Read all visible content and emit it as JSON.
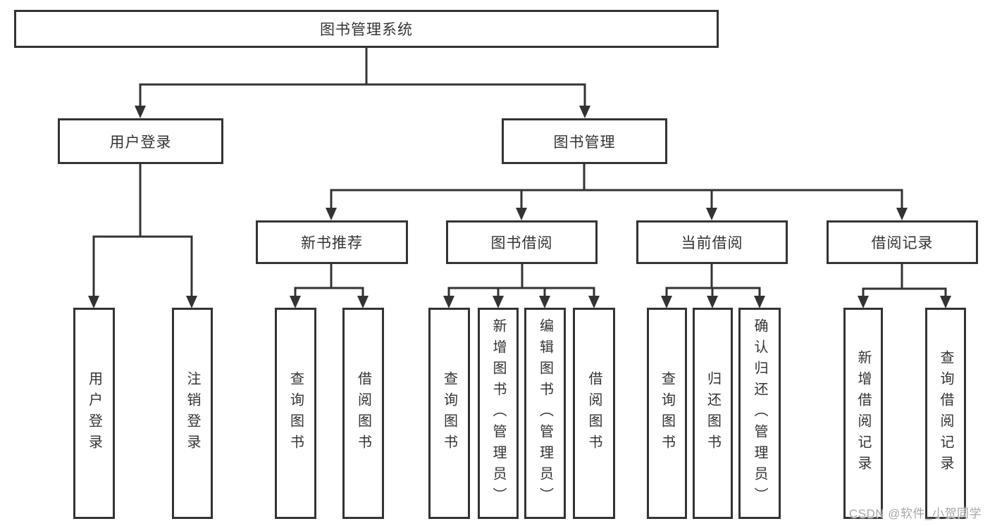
{
  "page": {
    "background_color": "#ffffff",
    "line_color": "#333333",
    "box_fill_color": "#ffffff",
    "text_color": "#333333",
    "watermark_color": "#a6a6a6"
  },
  "watermark": {
    "text": "CSDN @软件_小贺同学"
  },
  "tree": {
    "label": "图书管理系统",
    "children": [
      {
        "label": "用户登录",
        "children": [
          {
            "label": "用户登录"
          },
          {
            "label": "注销登录"
          }
        ]
      },
      {
        "label": "图书管理",
        "children": [
          {
            "label": "新书推荐",
            "children": [
              {
                "label": "查询图书"
              },
              {
                "label": "借阅图书"
              }
            ]
          },
          {
            "label": "图书借阅",
            "children": [
              {
                "label": "查询图书"
              },
              {
                "label": "新增图书（管理员）"
              },
              {
                "label": "编辑图书（管理员）"
              },
              {
                "label": "借阅图书"
              }
            ]
          },
          {
            "label": "当前借阅",
            "children": [
              {
                "label": "查询图书"
              },
              {
                "label": "归还图书"
              },
              {
                "label": "确认归还（管理员）"
              }
            ]
          },
          {
            "label": "借阅记录",
            "children": [
              {
                "label": "新增借阅记录"
              },
              {
                "label": "查询借阅记录"
              }
            ]
          }
        ]
      }
    ]
  }
}
